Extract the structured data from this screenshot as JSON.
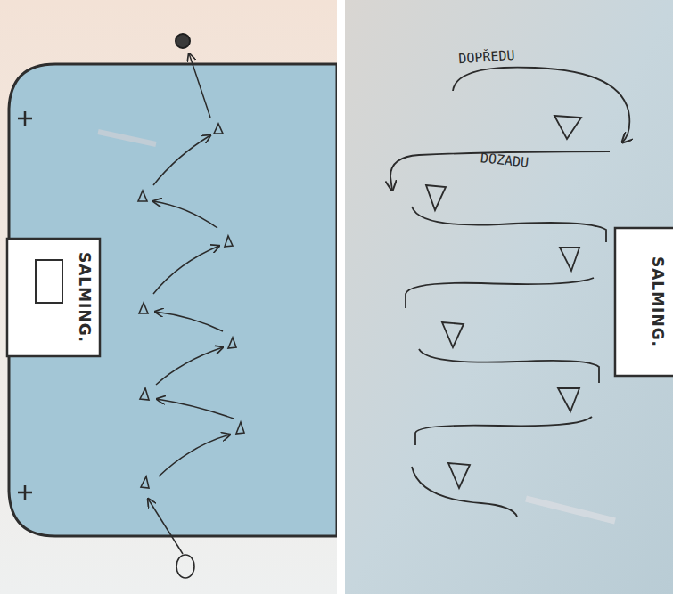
{
  "diagram": {
    "labels": [
      "SALMING.",
      "DOPŘEDU",
      "DOZADU",
      "SALMING."
    ]
  }
}
